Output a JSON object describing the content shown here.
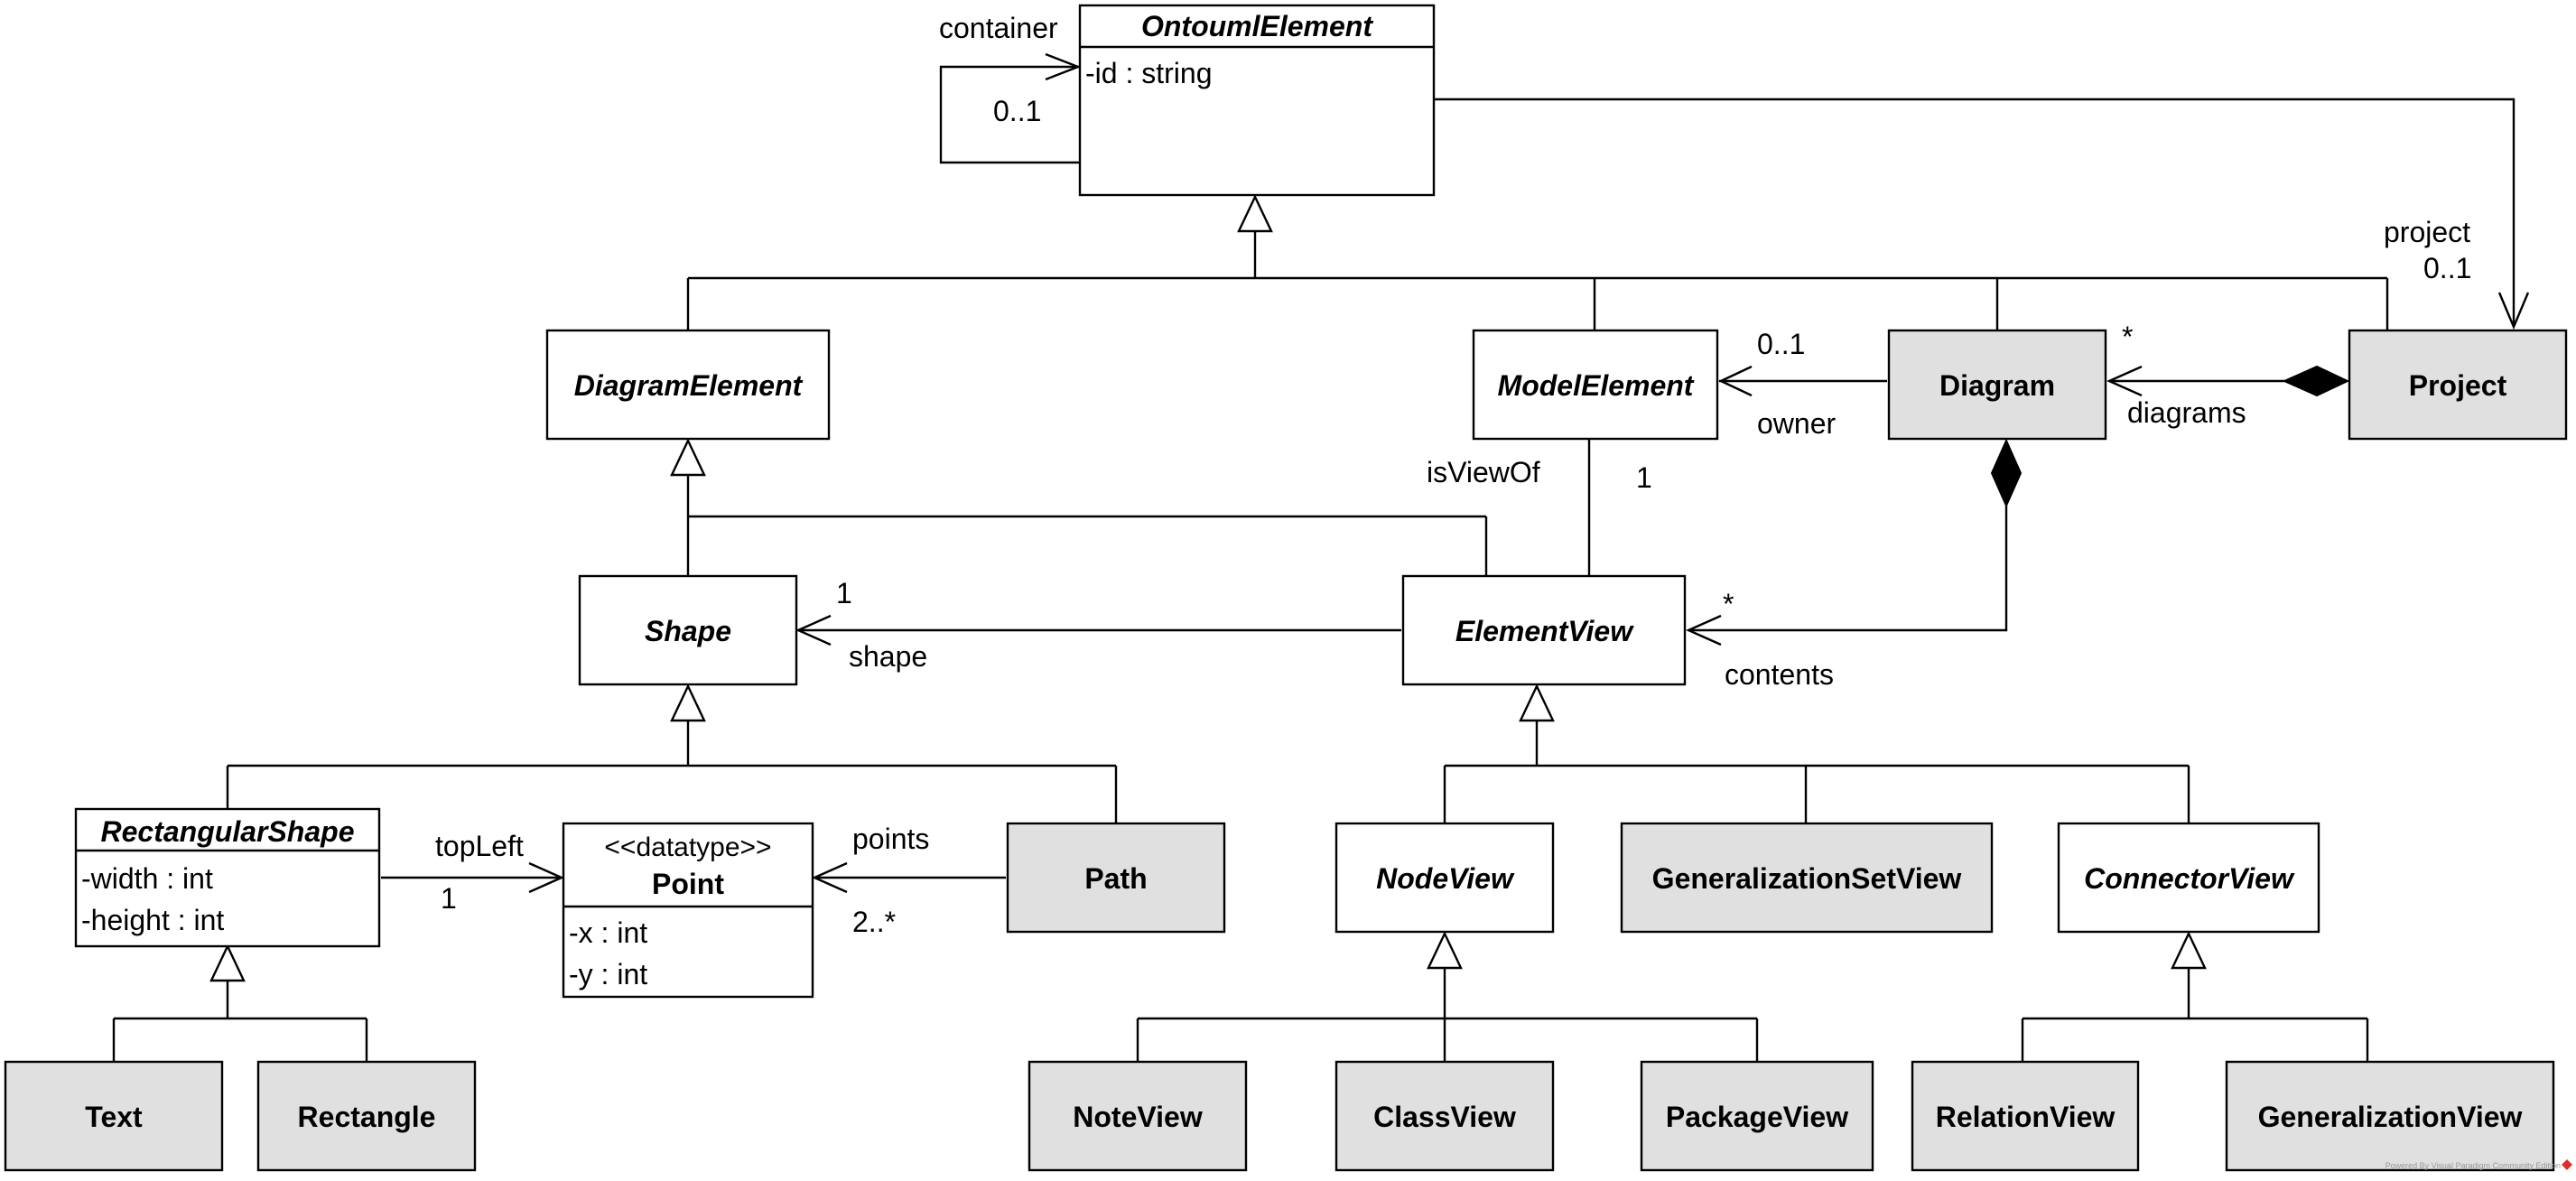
{
  "classes": {
    "ontouml_element": {
      "name": "OntoumlElement",
      "attributes": [
        "-id : string"
      ]
    },
    "diagram_element": {
      "name": "DiagramElement"
    },
    "model_element": {
      "name": "ModelElement"
    },
    "diagram": {
      "name": "Diagram"
    },
    "project": {
      "name": "Project"
    },
    "shape": {
      "name": "Shape"
    },
    "element_view": {
      "name": "ElementView"
    },
    "rectangular_shape": {
      "name": "RectangularShape",
      "attributes": [
        "-width : int",
        "-height : int"
      ]
    },
    "point": {
      "stereotype": "<<datatype>>",
      "name": "Point",
      "attributes": [
        "-x : int",
        "-y : int"
      ]
    },
    "path": {
      "name": "Path"
    },
    "node_view": {
      "name": "NodeView"
    },
    "generalization_set_view": {
      "name": "GeneralizationSetView"
    },
    "connector_view": {
      "name": "ConnectorView"
    },
    "text": {
      "name": "Text"
    },
    "rectangle": {
      "name": "Rectangle"
    },
    "note_view": {
      "name": "NoteView"
    },
    "class_view": {
      "name": "ClassView"
    },
    "package_view": {
      "name": "PackageView"
    },
    "relation_view": {
      "name": "RelationView"
    },
    "generalization_view": {
      "name": "GeneralizationView"
    }
  },
  "associations": {
    "container": {
      "role": "container",
      "multiplicity": "0..1"
    },
    "project": {
      "role": "project",
      "multiplicity": "0..1"
    },
    "owner": {
      "role": "owner",
      "multiplicity": "0..1"
    },
    "diagrams": {
      "role": "diagrams",
      "multiplicity": "*"
    },
    "is_view_of": {
      "role": "isViewOf",
      "multiplicity": "1"
    },
    "shape": {
      "role": "shape",
      "multiplicity": "1"
    },
    "contents": {
      "role": "contents",
      "multiplicity": "*"
    },
    "top_left": {
      "role": "topLeft",
      "multiplicity": "1"
    },
    "points": {
      "role": "points",
      "multiplicity": "2..*"
    }
  },
  "watermark": "Powered By Visual Paradigm Community Edition",
  "colors": {
    "concrete_fill": "#e0e0e0",
    "abstract_fill": "#ffffff",
    "stroke": "#000000"
  }
}
